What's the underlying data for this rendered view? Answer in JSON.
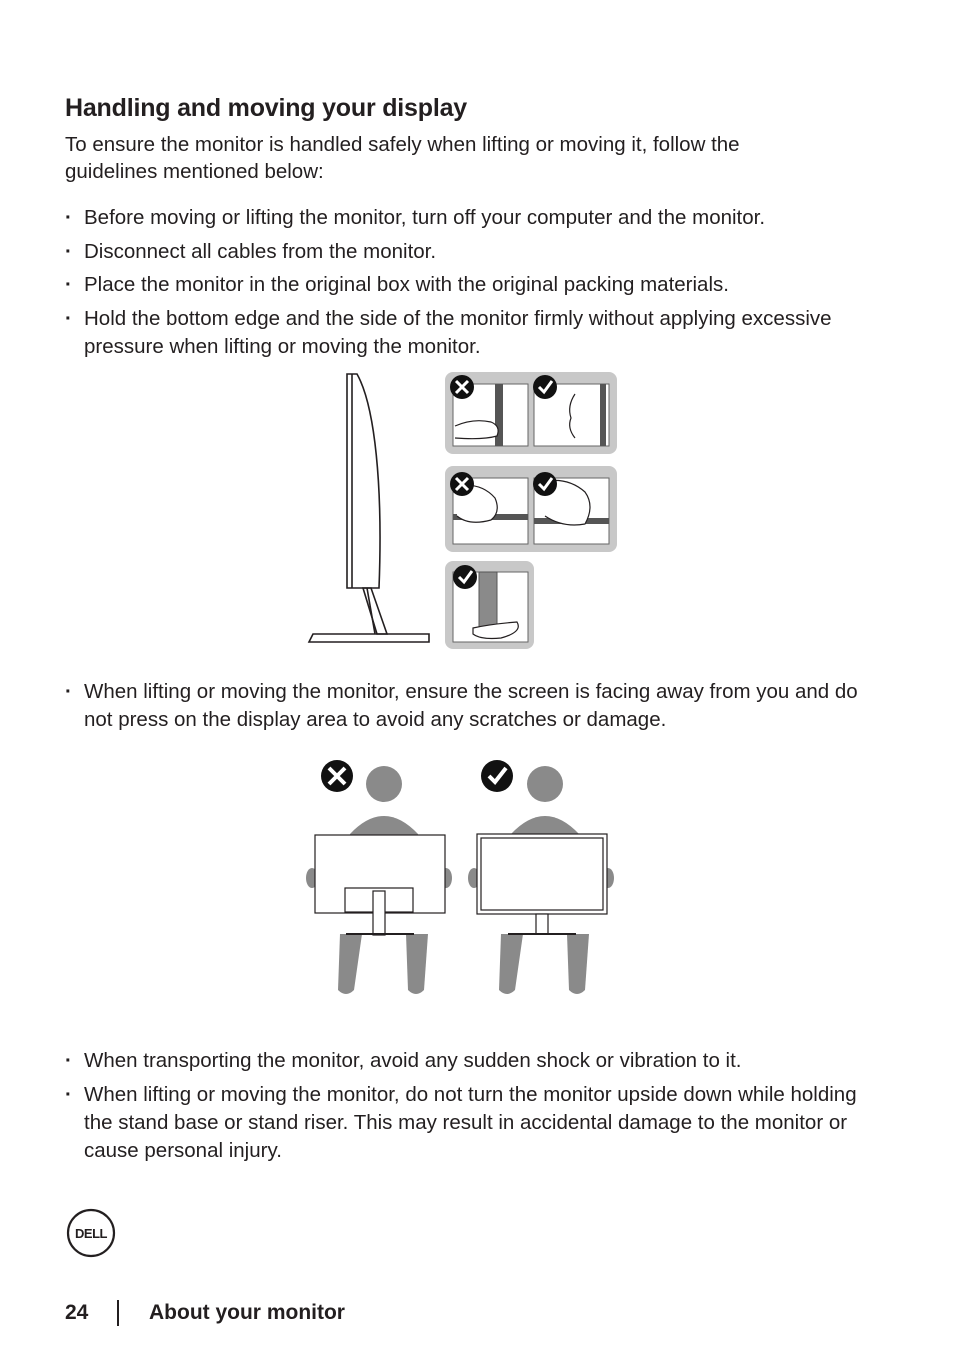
{
  "title": "Handling and moving your display",
  "intro": "To ensure the monitor is handled safely when lifting or moving it, follow the guidelines mentioned below:",
  "bullets_group1": [
    "Before moving or lifting the monitor, turn off your computer and the monitor.",
    "Disconnect all cables from the monitor.",
    "Place the monitor in the original box with the original packing materials.",
    "Hold the bottom edge and the side of the monitor firmly without applying excessive pressure when lifting or moving the monitor."
  ],
  "bullets_group2": [
    "When lifting or moving the monitor, ensure the screen is facing away from you and do not press on the display area to avoid any scratches or damage."
  ],
  "bullets_group3": [
    "When transporting the monitor, avoid any sudden shock or vibration to it.",
    "When lifting or moving the monitor, do not turn the monitor upside down while holding the stand base or stand riser. This may result in accidental damage to the monitor or cause personal injury."
  ],
  "footer": {
    "logo_text": "DELL",
    "page_number": "24",
    "section_title": "About your monitor"
  },
  "colors": {
    "text": "#231f20",
    "figure_gray": "#8a8a8a",
    "panel_gray": "#c8c8c8"
  }
}
